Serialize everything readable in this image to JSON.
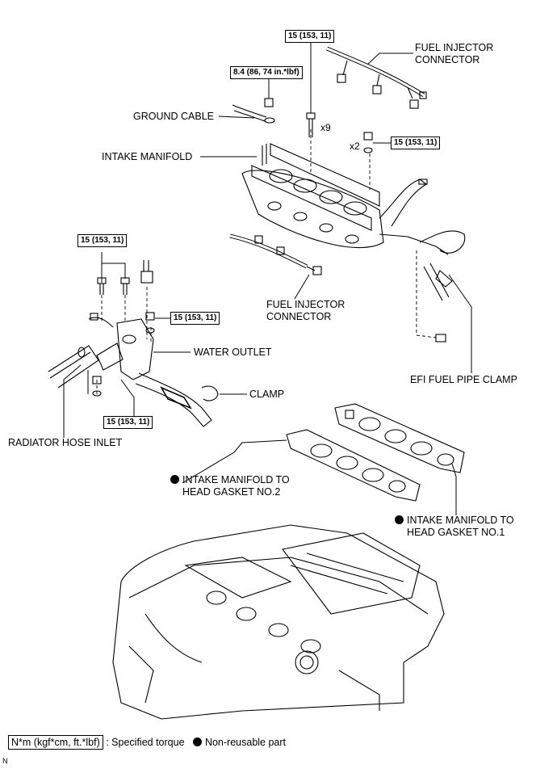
{
  "labels": {
    "fuel_injector_connector_top": [
      "FUEL INJECTOR",
      "CONNECTOR"
    ],
    "ground_cable": "GROUND CABLE",
    "intake_manifold": "INTAKE MANIFOLD",
    "fuel_injector_connector_mid": [
      "FUEL INJECTOR",
      "CONNECTOR"
    ],
    "water_outlet": "WATER OUTLET",
    "clamp": "CLAMP",
    "efi_fuel_pipe_clamp": "EFI FUEL PIPE CLAMP",
    "radiator_hose_inlet": "RADIATOR HOSE INLET",
    "gasket_no2": [
      "INTAKE MANIFOLD TO",
      "HEAD GASKET NO.2"
    ],
    "gasket_no1": [
      "INTAKE MANIFOLD TO",
      "HEAD GASKET NO.1"
    ]
  },
  "torques": {
    "manifold_bolts": "15 (153, 11)",
    "ground_nut": "8.4 (86, 74 in.*lbf)",
    "manifold_nuts": "15 (153, 11)",
    "water_outlet_bolts": "15 (153, 11)",
    "water_outlet_nut_top": "15 (153, 11)",
    "water_outlet_nut_bottom": "15 (153, 11)"
  },
  "multipliers": {
    "bolts": "x9",
    "nuts": "x2"
  },
  "legend": {
    "torque_unit": "N*m (kgf*cm, ft.*lbf)",
    "torque_text": ": Specified torque",
    "nonreusable_text": "Non-reusable part"
  },
  "corner_mark": "N"
}
